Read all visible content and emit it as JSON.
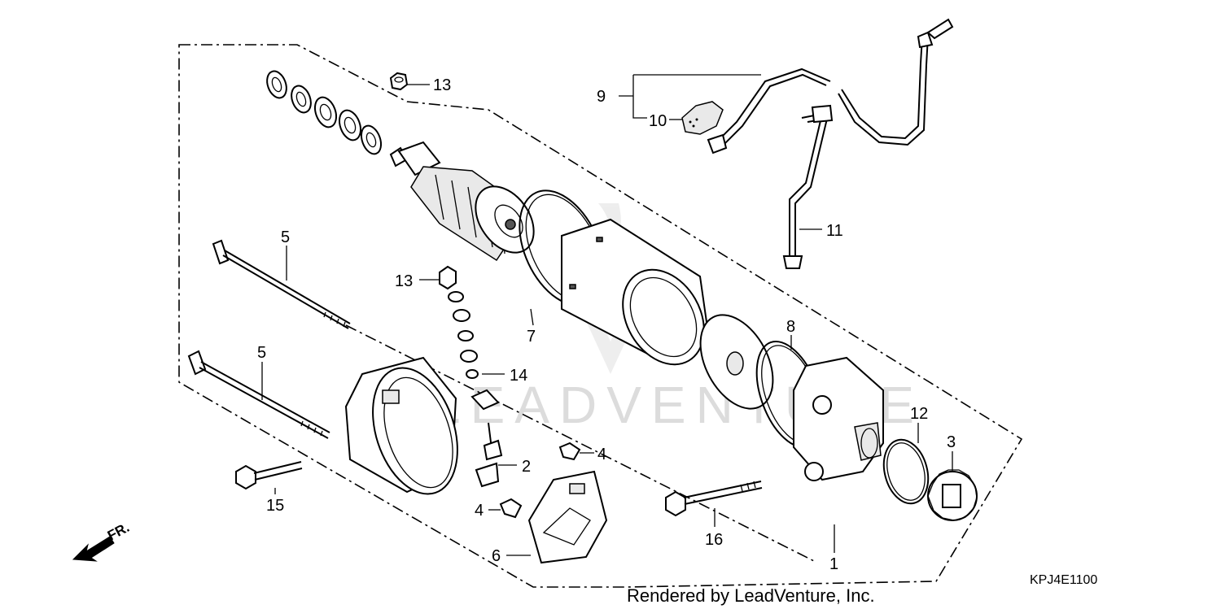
{
  "callouts": [
    {
      "id": "c13a",
      "text": "13"
    },
    {
      "id": "c9",
      "text": "9"
    },
    {
      "id": "c10",
      "text": "10"
    },
    {
      "id": "c11",
      "text": "11"
    },
    {
      "id": "c5a",
      "text": "5"
    },
    {
      "id": "c13b",
      "text": "13"
    },
    {
      "id": "c7",
      "text": "7"
    },
    {
      "id": "c5b",
      "text": "5"
    },
    {
      "id": "c14",
      "text": "14"
    },
    {
      "id": "c8",
      "text": "8"
    },
    {
      "id": "c12",
      "text": "12"
    },
    {
      "id": "c3",
      "text": "3"
    },
    {
      "id": "c2",
      "text": "2"
    },
    {
      "id": "c4a",
      "text": "4"
    },
    {
      "id": "c4b",
      "text": "4"
    },
    {
      "id": "c15",
      "text": "15"
    },
    {
      "id": "c6",
      "text": "6"
    },
    {
      "id": "c16",
      "text": "16"
    },
    {
      "id": "c1",
      "text": "1"
    }
  ],
  "direction_marker": "FR.",
  "watermark": "LEADVENTURE",
  "diagram_code": "KPJ4E1100",
  "credit": "Rendered by LeadVenture, Inc."
}
